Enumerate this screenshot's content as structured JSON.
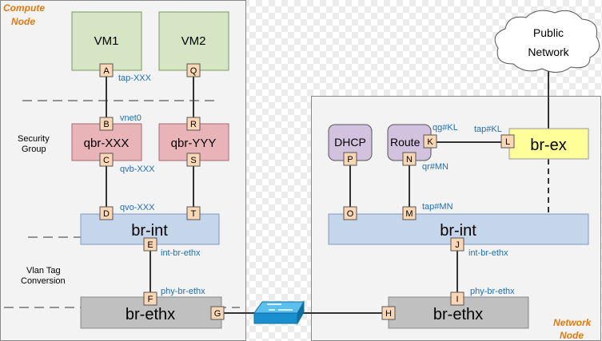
{
  "compute_node": {
    "title_line1": "Compute",
    "title_line2": "Node"
  },
  "network_node": {
    "title_line1": "Network",
    "title_line2": "Node"
  },
  "public_network": {
    "line1": "Public",
    "line2": "Network"
  },
  "boxes": {
    "vm1": "VM1",
    "vm2": "VM2",
    "qbr_xxx": "qbr-XXX",
    "qbr_yyy": "qbr-YYY",
    "br_int_compute": "br-int",
    "br_ethx_compute": "br-ethx",
    "dhcp": "DHCP",
    "router": "Route",
    "br_ex": "br-ex",
    "br_int_network": "br-int",
    "br_ethx_network": "br-ethx"
  },
  "ports": {
    "A": "A",
    "B": "B",
    "C": "C",
    "D": "D",
    "E": "E",
    "F": "F",
    "G": "G",
    "H": "H",
    "I": "I",
    "J": "J",
    "K": "K",
    "L": "L",
    "M": "M",
    "N": "N",
    "O": "O",
    "P": "P",
    "Q": "Q",
    "R": "R",
    "S": "S",
    "T": "T"
  },
  "interface_labels": {
    "tap_xxx": "tap-XXX",
    "vnet0": "vnet0",
    "qvb_xxx": "qvb-XXX",
    "qvo_xxx": "qvo-XXX",
    "int_br_ethx_compute": "int-br-ethx",
    "phy_br_ethx_compute": "phy-br-ethx",
    "qg_kl": "qg#KL",
    "tap_kl": "tap#KL",
    "qr_mn": "qr#MN",
    "tap_mn": "tap#MN",
    "int_br_ethx_network": "int-br-ethx",
    "phy_br_ethx_network": "phy-br-ethx"
  },
  "section_labels": {
    "security_group_line1": "Security",
    "security_group_line2": "Group",
    "vlan_tag_line1": "Vlan Tag",
    "vlan_tag_line2": "Conversion"
  },
  "colors": {
    "vm_fill": "#d6e6c4",
    "qbr_fill": "#e8b4b8",
    "br_int_fill": "#c5d6ea",
    "br_ethx_fill": "#c0c0c0",
    "port_fill": "#fbd7b5",
    "dhcp_fill": "#d3c1e0",
    "br_ex_fill": "#ffff99",
    "node_title": "#e07a10",
    "iface_label": "#1f6fb5",
    "switch": "#1a8fd0"
  },
  "icons": {
    "switch": "network-switch-icon",
    "cloud": "cloud-icon"
  }
}
